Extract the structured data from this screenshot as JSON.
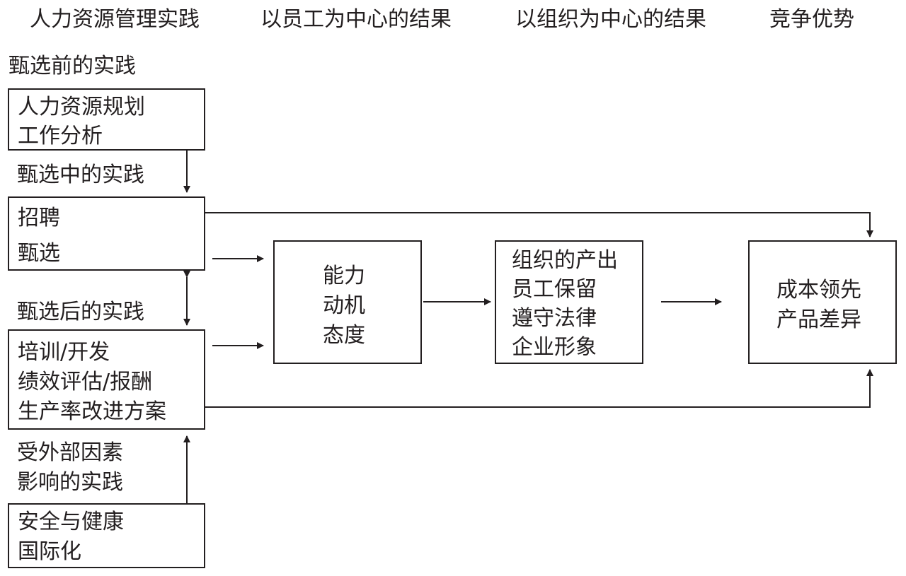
{
  "header": {
    "col1": "人力资源管理实践",
    "col2": "以员工为中心的结果",
    "col3": "以组织为中心的结果",
    "col4": "竞争优势"
  },
  "stages": {
    "pre_label": "甄选前的实践",
    "pre_items": [
      "人力资源规划",
      "工作分析"
    ],
    "during_label": "甄选中的实践",
    "during_items": [
      "招聘",
      "甄选"
    ],
    "post_label": "甄选后的实践",
    "post_items": [
      "培训/开发",
      "绩效评估/报酬",
      "生产率改进方案"
    ],
    "external_label_line1": "受外部因素",
    "external_label_line2": "影响的实践",
    "external_items": [
      "安全与健康",
      "国际化"
    ]
  },
  "employee_outcomes": [
    "能力",
    "动机",
    "态度"
  ],
  "org_outcomes": [
    "组织的产出",
    "员工保留",
    "遵守法律",
    "企业形象"
  ],
  "competitive_advantage": [
    "成本领先",
    "产品差异"
  ],
  "colors": {
    "ink": "#231f20",
    "background": "#ffffff"
  }
}
